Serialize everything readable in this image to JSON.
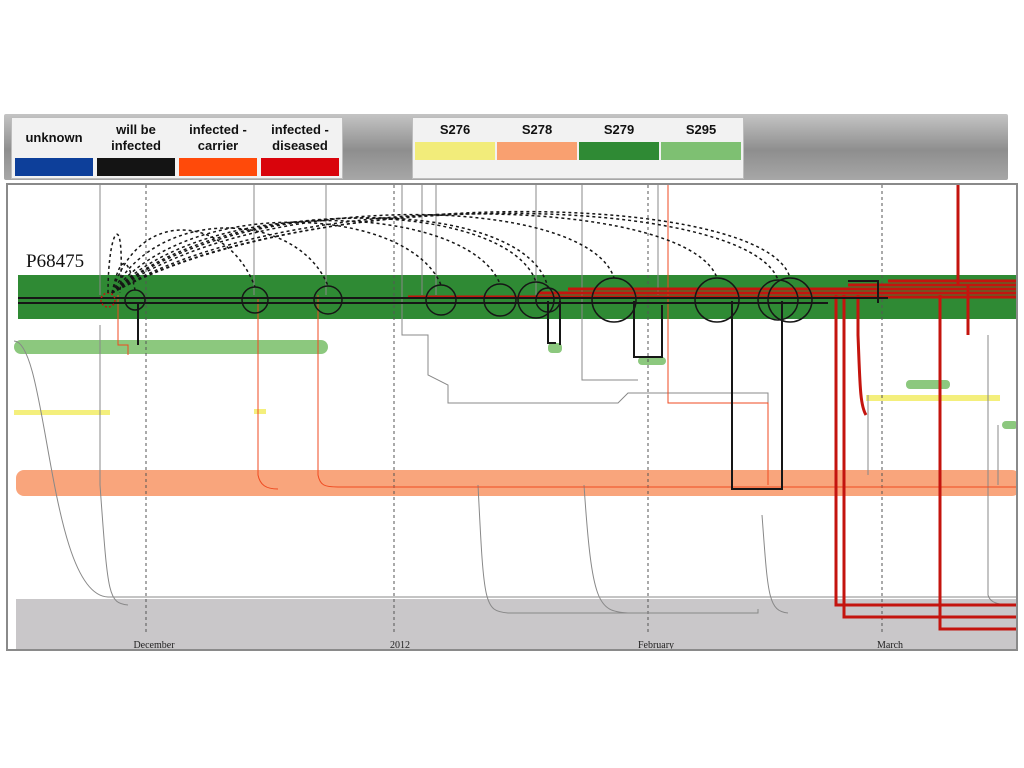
{
  "legend": {
    "states": [
      {
        "label": "unknown",
        "color": "#0d3f9a"
      },
      {
        "label": "will be infected",
        "color": "#141414"
      },
      {
        "label": "infected - carrier",
        "color": "#ff4a0a"
      },
      {
        "label": "infected - diseased",
        "color": "#d9040c"
      }
    ],
    "wards": [
      {
        "label": "S276",
        "color": "#f2ec7a"
      },
      {
        "label": "S278",
        "color": "#f9a070"
      },
      {
        "label": "S279",
        "color": "#2f8a34"
      },
      {
        "label": "S295",
        "color": "#7ec072"
      }
    ]
  },
  "timeline": {
    "patient_id": "P68475",
    "months": [
      "December",
      "2012",
      "February",
      "March"
    ],
    "colors": {
      "ward_main": "#2f8a34",
      "ward_light": "#8cc87e",
      "ward_yellow": "#f4ef7c",
      "ward_orange": "#f9a57c",
      "ward_grey": "#c9c7c9",
      "infected_diseased": "#c4140e",
      "infected_carrier": "#ef4a20",
      "will_be_infected": "#161616"
    }
  }
}
